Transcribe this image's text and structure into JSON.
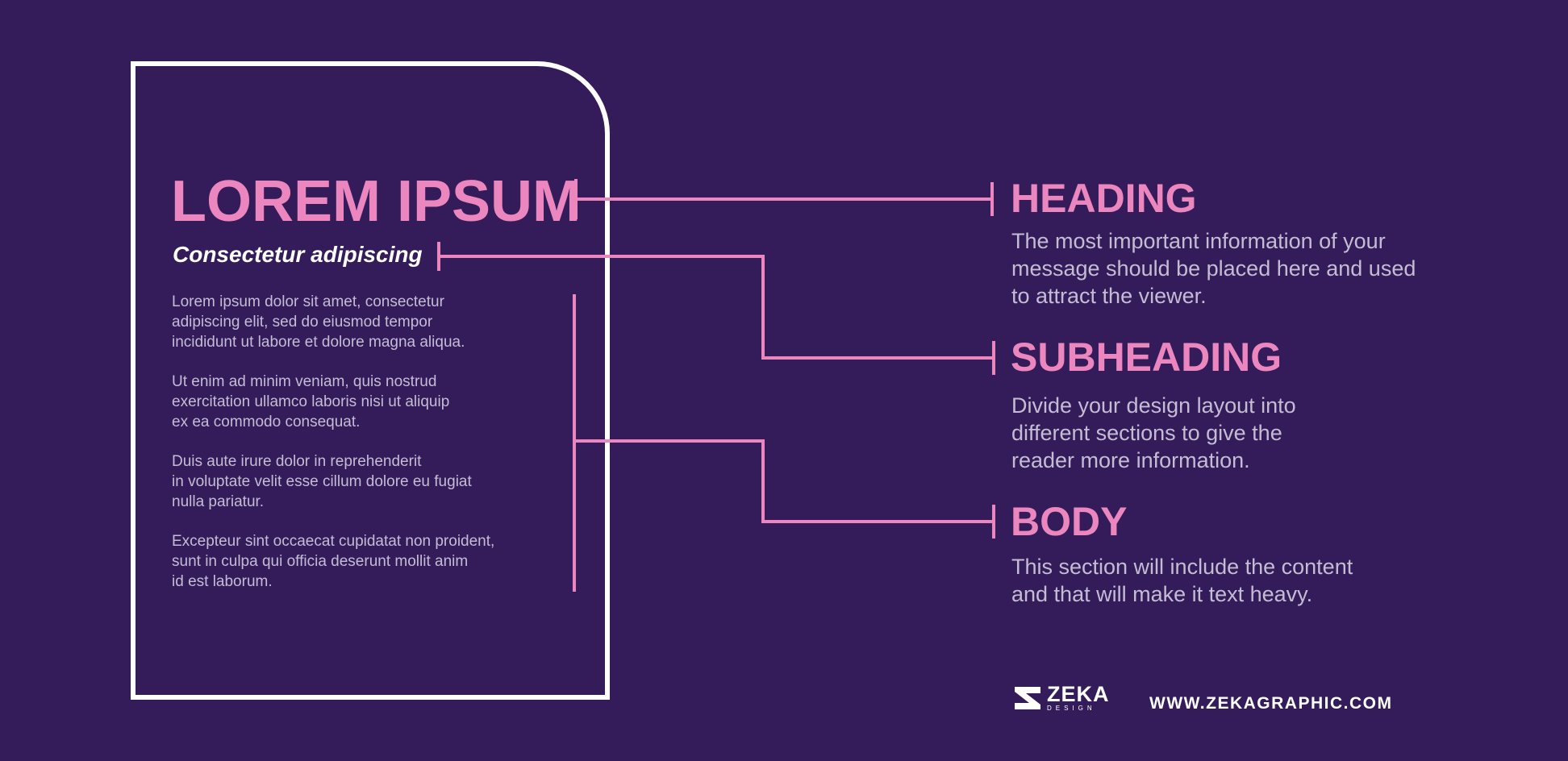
{
  "card": {
    "heading": "LOREM IPSUM",
    "subheading": "Consectetur adipiscing",
    "paragraphs": [
      "Lorem ipsum dolor sit amet, consectetur\nadipiscing elit, sed do eiusmod tempor\nincididunt ut labore et dolore magna aliqua.",
      "Ut enim ad minim veniam, quis nostrud\nexercitation ullamco laboris nisi ut aliquip\nex ea commodo consequat.",
      "Duis aute irure dolor in reprehenderit\nin voluptate velit esse cillum dolore eu fugiat\nnulla pariatur.",
      "Excepteur sint occaecat cupidatat non proident,\nsunt in culpa qui officia deserunt mollit anim\nid est laborum."
    ]
  },
  "annotations": [
    {
      "label": "HEADING",
      "description": "The most important information of your\nmessage should be placed here and used\nto attract the viewer."
    },
    {
      "label": "SUBHEADING",
      "description": "Divide your design layout into\ndifferent sections to give the\nreader more information."
    },
    {
      "label": "BODY",
      "description": "This section will include the content\nand that will make it text heavy."
    }
  ],
  "footer": {
    "logo_name": "ZEKA",
    "logo_tag": "DESIGN",
    "url": "WWW.ZEKAGRAPHIC.COM"
  },
  "colors": {
    "background": "#341c5a",
    "accent": "#ec86be",
    "frame": "#ffffff",
    "body_text": "#c4bcd3"
  }
}
